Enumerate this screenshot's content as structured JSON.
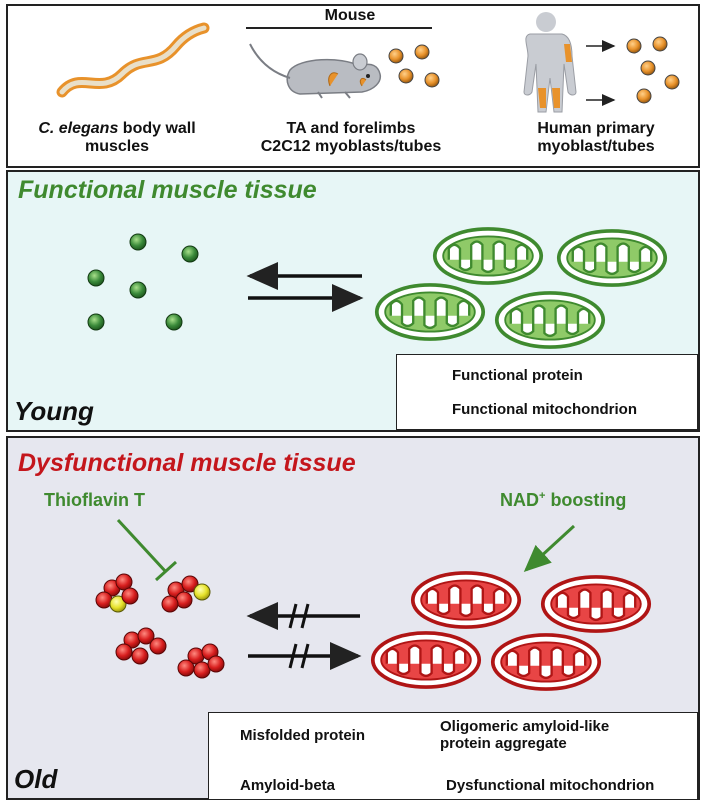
{
  "organisms": {
    "mouse_header": "Mouse",
    "celegans_italic": "C. elegans",
    "celegans_rest": " body wall",
    "celegans_line2": "muscles",
    "mouse_line1": "TA and forelimbs",
    "mouse_line2": "C2C12 myoblasts/tubes",
    "human_line1": "Human primary",
    "human_line2": "myoblast/tubes"
  },
  "young_panel": {
    "title": "Functional muscle tissue",
    "age_label": "Young",
    "legend": {
      "protein": "Functional protein",
      "mito": "Functional mitochondrion"
    }
  },
  "old_panel": {
    "title": "Dysfunctional muscle tissue",
    "age_label": "Old",
    "inhibitor": "Thioflavin T",
    "booster_prefix": "NAD",
    "booster_sup": "+",
    "booster_suffix": " boosting",
    "legend": {
      "misfolded": "Misfolded protein",
      "aggregate_line1": "Oligomeric amyloid-like",
      "aggregate_line2": "protein aggregate",
      "amyloid": "Amyloid-beta",
      "dys_mito": "Dysfunctional mitochondrion"
    }
  },
  "colors": {
    "green": "#3f8a2f",
    "red": "#c4161c",
    "mito_green_fill": "#8fca68",
    "mito_red_fill": "#e84545",
    "young_bg": "#e7f6f6",
    "old_bg": "#e6e7ef",
    "orange": "#e8922b"
  }
}
